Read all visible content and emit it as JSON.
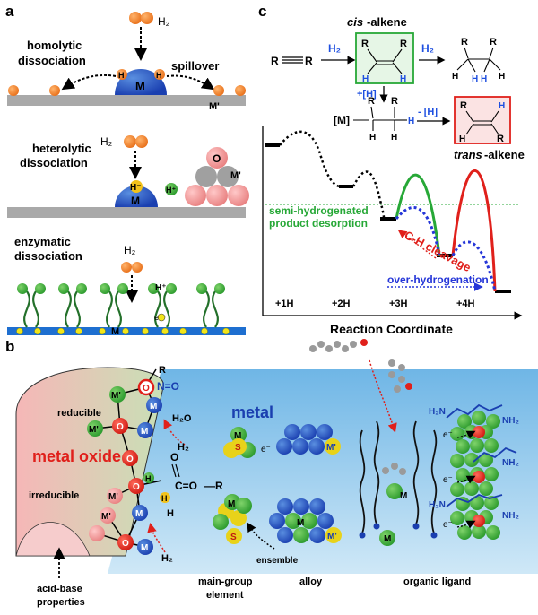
{
  "panels": {
    "a": {
      "label": "a",
      "homolytic": {
        "title_line1": "homolytic",
        "title_line2": "dissociation",
        "h2": "H₂",
        "spillover": "spillover",
        "metal": "M",
        "support": "M'",
        "h_atom": "H"
      },
      "heterolytic": {
        "title_line1": "heterolytic",
        "title_line2": "dissociation",
        "h2": "H₂",
        "hminus": "H⁻",
        "hplus": "H⁺",
        "metal": "M",
        "oxygen": "O",
        "oxide_metal": "M'"
      },
      "enzymatic": {
        "title_line1": "enzymatic",
        "title_line2": "dissociation",
        "h2": "H₂",
        "hplus": "H⁺",
        "metal": "M",
        "electron": "e⁻"
      }
    },
    "b": {
      "label": "b",
      "metal_oxide": "metal oxide",
      "metal": "metal",
      "reducible": "reducible",
      "irreducible": "irreducible",
      "h2o": "H₂O",
      "h2_a": "H₂",
      "h2_b": "H₂",
      "r_group": "R",
      "n_eq_o": "N=O",
      "aldehyde": "C=O",
      "aldehyde_r": "—R",
      "aldehyde_h": "H",
      "atom_m": "M",
      "atom_mprime": "M'",
      "atom_o": "O",
      "atom_h": "H",
      "atom_s": "S",
      "electron": "e⁻",
      "ensemble": "ensemble",
      "nh2": "NH₂",
      "h2n": "H₂N",
      "bottom_labels": [
        "acid-base",
        "properties",
        "main-group",
        "element",
        "alloy",
        "organic ligand"
      ]
    },
    "c": {
      "label": "c",
      "r": "R",
      "h2_first": "H₂",
      "h2_second": "H₂",
      "cis": "cis",
      "cis_suffix": "-alkene",
      "trans": "trans",
      "trans_suffix": "-alkene",
      "plus_h": "+[H]",
      "minus_h": "- [H]",
      "m_label": "[M]",
      "h": "H",
      "semi_line1": "semi-hydrogenated",
      "semi_line2": "product desorption",
      "ch_cleavage": "C-H cleavage",
      "over_hydrogenation": "over-hydrogenation",
      "x_ticks": [
        "+1H",
        "+2H",
        "+3H",
        "+4H"
      ],
      "x_axis_title": "Reaction Coordinate"
    }
  },
  "colors": {
    "orange": "#f0801e",
    "metal_blue": "#2a63b8",
    "green_path": "#27a837",
    "red_path": "#e0201b",
    "blue_path": "#2536d8",
    "support_blue": "#1e6fd0",
    "oxide_pink": "#f3a0a0",
    "metal_plane": "#a8d4ee"
  }
}
